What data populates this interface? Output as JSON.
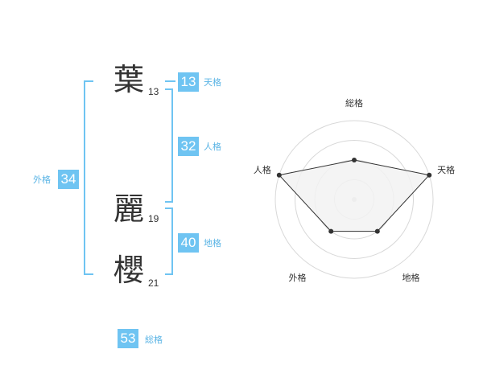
{
  "name": {
    "characters": [
      {
        "char": "葉",
        "strokes": "13"
      },
      {
        "char": "麗",
        "strokes": "19"
      },
      {
        "char": "櫻",
        "strokes": "21"
      }
    ]
  },
  "kakusu": {
    "tenkaku": {
      "value": "13",
      "label": "天格"
    },
    "jinkaku": {
      "value": "32",
      "label": "人格"
    },
    "chikaku": {
      "value": "40",
      "label": "地格"
    },
    "gaikaku": {
      "value": "34",
      "label": "外格"
    },
    "soukaku": {
      "value": "53",
      "label": "総格"
    }
  },
  "radar": {
    "axes": [
      "総格",
      "天格",
      "地格",
      "外格",
      "人格"
    ],
    "values": [
      0.5,
      1.0,
      0.5,
      0.5,
      1.0
    ],
    "fill": "#f2f2f2",
    "line": "#333333",
    "ring": "#d8d8d8"
  },
  "colors": {
    "accent": "#6fc4f2",
    "accent_text": "#5ab4e5"
  }
}
